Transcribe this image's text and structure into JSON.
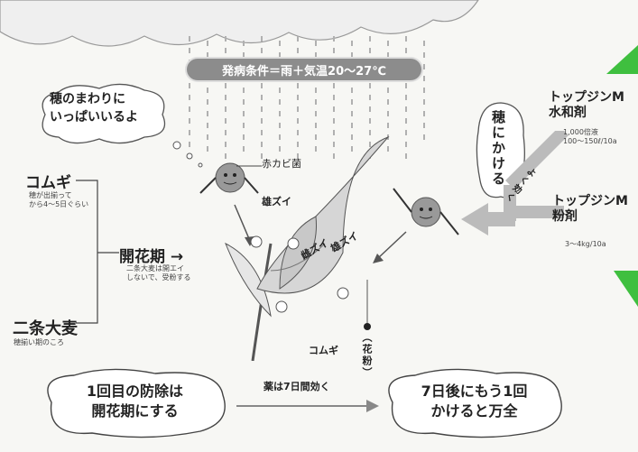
{
  "condition_banner": "発病条件＝雨＋気温20〜27℃",
  "bubble_spores": [
    "穂のまわりに",
    "いっぱいいるよ"
  ],
  "fungus_label": "赤カビ菌",
  "stamen_label": "雄ズイ",
  "pistil_label": "雌ズイ",
  "stamen_label2": "雄ズイ",
  "plant_label": "コムギ",
  "pollen_label": "（花粉）",
  "wheat": {
    "title": "コムギ",
    "note": [
      "穂が出揃って",
      "から4〜5日ぐらい"
    ]
  },
  "barley": {
    "title": "二条大麦",
    "note": "穂揃い期のころ"
  },
  "flowering": {
    "title": "開花期",
    "arrow": "→",
    "note": [
      "二条大麦は開エイ",
      "しないで、受粉する"
    ]
  },
  "spray_bubble": "穂にかける",
  "spray_effect": "よく効く",
  "products": [
    {
      "name": [
        "トップジンM",
        "水和剤"
      ],
      "dose": [
        "1,000倍液",
        "100〜150ℓ/10a"
      ]
    },
    {
      "name": [
        "トップジンM",
        "粉剤"
      ],
      "dose": [
        "3〜4kg/10a"
      ]
    }
  ],
  "bottom": {
    "left": [
      "1回目の防除は",
      "開花期にする"
    ],
    "arrow_label": "薬は7日間効く",
    "right": [
      "7日後にもう1回",
      "かけると万全"
    ]
  },
  "colors": {
    "accent_green": "#3fbf3f",
    "arrow_gray": "#b9b9b9",
    "banner_gray": "#8c8c8c"
  }
}
